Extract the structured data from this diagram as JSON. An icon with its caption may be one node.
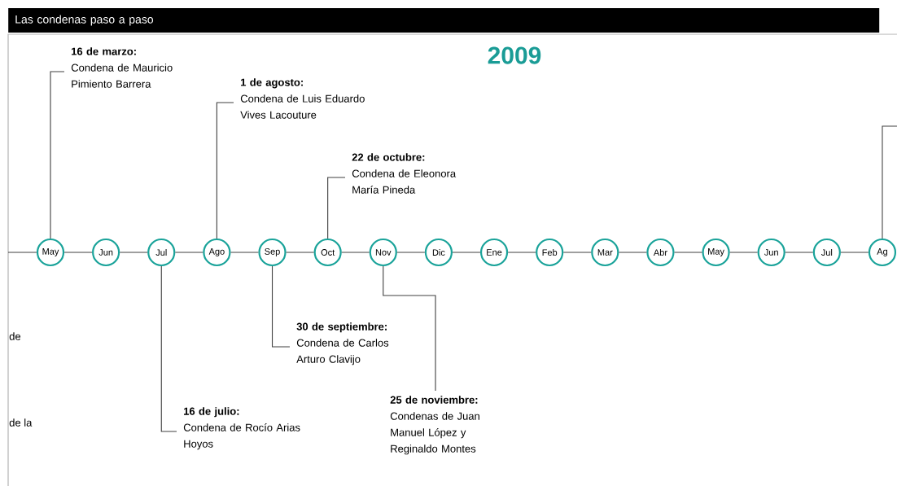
{
  "diagram": {
    "title": "Las condenas paso a paso",
    "nodes": [
      {
        "text": [
          "May"
        ]
      },
      {
        "text": [
          "Jun"
        ]
      },
      {
        "text": [
          "Jul"
        ]
      },
      {
        "text": [
          "Ago"
        ]
      },
      {
        "text": [
          "Sep"
        ]
      },
      {
        "text": [
          "Oct"
        ]
      },
      {
        "text": [
          "Nov"
        ]
      },
      {
        "text": [
          "Dic"
        ]
      },
      {
        "text": [
          "Ene"
        ]
      },
      {
        "text": [
          "Feb"
        ]
      },
      {
        "text": [
          "Mar"
        ]
      },
      {
        "text": [
          "Abr"
        ]
      },
      {
        "text": [
          "May"
        ]
      },
      {
        "text": [
          "Jun"
        ]
      },
      {
        "text": [
          "Jul"
        ]
      },
      {
        "text": [
          "Ag"
        ]
      },
      {
        "text": [
          "16 de marzo:",
          "Condena de Mauricio Pimiento Barrera"
        ]
      },
      {
        "text": [
          "1 de agosto:",
          "Condena de Luis Eduardo Vives Lacouture"
        ]
      },
      {
        "text": [
          "22 de octubre:",
          "Condena de Eleonora María Pineda"
        ]
      },
      {
        "text": [
          "30 de septiembre:",
          "Condena de Carlos Arturo Clavijo"
        ]
      },
      {
        "text": [
          "25 de noviembre:",
          "Condenas de Juan Manuel López y Reginaldo Montes"
        ]
      },
      {
        "text": [
          "16 de julio:",
          "Condena de Rocío Arias Hoyos"
        ]
      }
    ],
    "edges": [
      {
        "from": null,
        "to": 0,
        "arrow": "none"
      },
      {
        "from": 0,
        "to": 1,
        "arrow": "none"
      },
      {
        "from": 1,
        "to": 2,
        "arrow": "none"
      },
      {
        "from": 2,
        "to": 3,
        "arrow": "none"
      },
      {
        "from": 3,
        "to": 4,
        "arrow": "none"
      },
      {
        "from": 4,
        "to": 5,
        "arrow": "none"
      },
      {
        "from": 5,
        "to": 6,
        "arrow": "none"
      },
      {
        "from": 6,
        "to": 7,
        "arrow": "none"
      },
      {
        "from": 7,
        "to": 8,
        "arrow": "none"
      },
      {
        "from": 8,
        "to": 9,
        "arrow": "none"
      },
      {
        "from": 9,
        "to": 10,
        "arrow": "none"
      },
      {
        "from": 10,
        "to": 11,
        "arrow": "none"
      },
      {
        "from": 11,
        "to": 12,
        "arrow": "none"
      },
      {
        "from": 12,
        "to": 13,
        "arrow": "none"
      },
      {
        "from": 13,
        "to": 14,
        "arrow": "none"
      },
      {
        "from": 14,
        "to": 15,
        "arrow": "none"
      },
      {
        "from": 16,
        "to": 0,
        "arrow": "none"
      },
      {
        "from": 17,
        "to": 3,
        "arrow": "none"
      },
      {
        "from": 18,
        "to": 5,
        "arrow": "none"
      },
      {
        "from": 19,
        "to": 4,
        "arrow": "none"
      },
      {
        "from": 20,
        "to": 6,
        "arrow": "none"
      },
      {
        "from": 21,
        "to": 2,
        "arrow": "none"
      },
      {
        "from": 15,
        "to": null,
        "arrow": "none"
      }
    ],
    "labels": [
      "2009",
      "de",
      "de la"
    ]
  }
}
